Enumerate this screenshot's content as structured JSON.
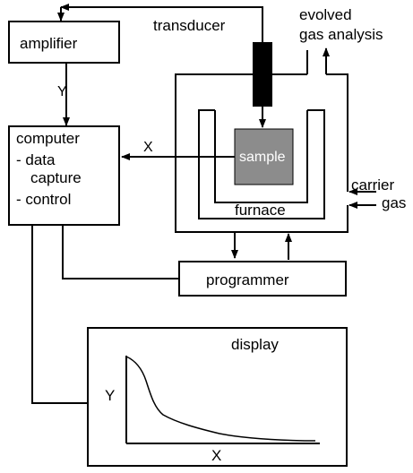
{
  "blocks": {
    "amplifier": "amplifier",
    "computer": "computer",
    "computer_items": [
      "- data",
      "capture",
      "- control"
    ],
    "programmer": "programmer",
    "display": "display",
    "furnace": "furnace",
    "sample": "sample",
    "transducer": "transducer"
  },
  "gas": {
    "evolved_line1": "evolved",
    "evolved_line2": "gas analysis",
    "carrier_line1": "carrier",
    "carrier_line2": "gas"
  },
  "signals": {
    "y": "Y",
    "x": "X"
  },
  "plot": {
    "y_axis": "Y",
    "x_axis": "X"
  },
  "colors": {
    "line": "#000000",
    "sample_fill": "#8c8c8c",
    "sample_text": "#ffffff",
    "transducer_fill": "#000000"
  }
}
